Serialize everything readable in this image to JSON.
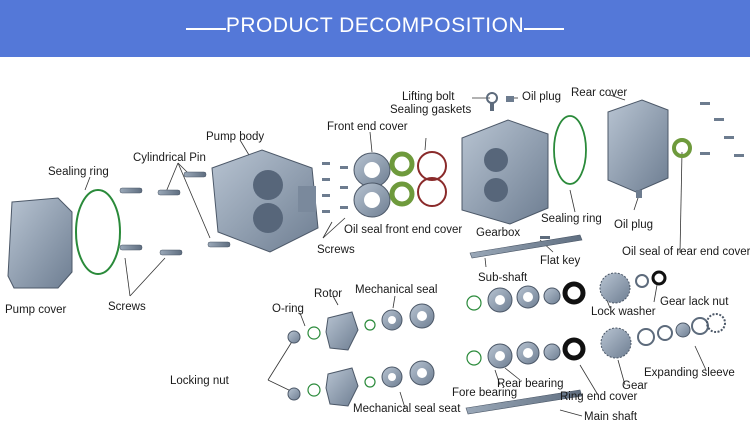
{
  "banner": {
    "title": "PRODUCT DECOMPOSITION",
    "color": "#5478d8"
  },
  "labels": {
    "pump_cover": "Pump cover",
    "sealing_ring_left": "Sealing ring",
    "cylindrical_pin": "Cylindrical Pin",
    "pump_body": "Pump body",
    "screws_left": "Screws",
    "front_end_cover": "Front end cover",
    "screws_mid": "Screws",
    "oil_seal_front_end_cover": "Oil seal front end cover",
    "lifting_bolt": "Lifting bolt",
    "oil_plug_top": "Oil plug",
    "sealing_gaskets": "Sealing gaskets",
    "rear_cover": "Rear cover",
    "gearbox": "Gearbox",
    "sealing_ring_right": "Sealing ring",
    "oil_plug_bottom": "Oil plug",
    "oil_seal_rear_end_cover": "Oil seal of rear end cover",
    "flat_key": "Flat key",
    "sub_shaft": "Sub-shaft",
    "gear_lack_nut": "Gear lack nut",
    "lock_washer": "Lock washer",
    "o_ring": "O-ring",
    "rotor": "Rotor",
    "mechanical_seal": "Mechanical seal",
    "locking_nut": "Locking nut",
    "expanding_sleeve": "Expanding sleeve",
    "gear": "Gear",
    "rear_bearing": "Rear bearing",
    "fore_bearing": "Fore bearing",
    "ring_end_cover": "Ring end cover",
    "mechanical_seal_seat": "Mechanical seal seat",
    "main_shaft": "Main shaft"
  },
  "colors": {
    "metal": "#8d9db0",
    "metal_dark": "#5d6b7c",
    "green_ring": "#2a8a3a",
    "oil_seal": "#6e9a3c",
    "gasket": "#8a2a2a"
  }
}
